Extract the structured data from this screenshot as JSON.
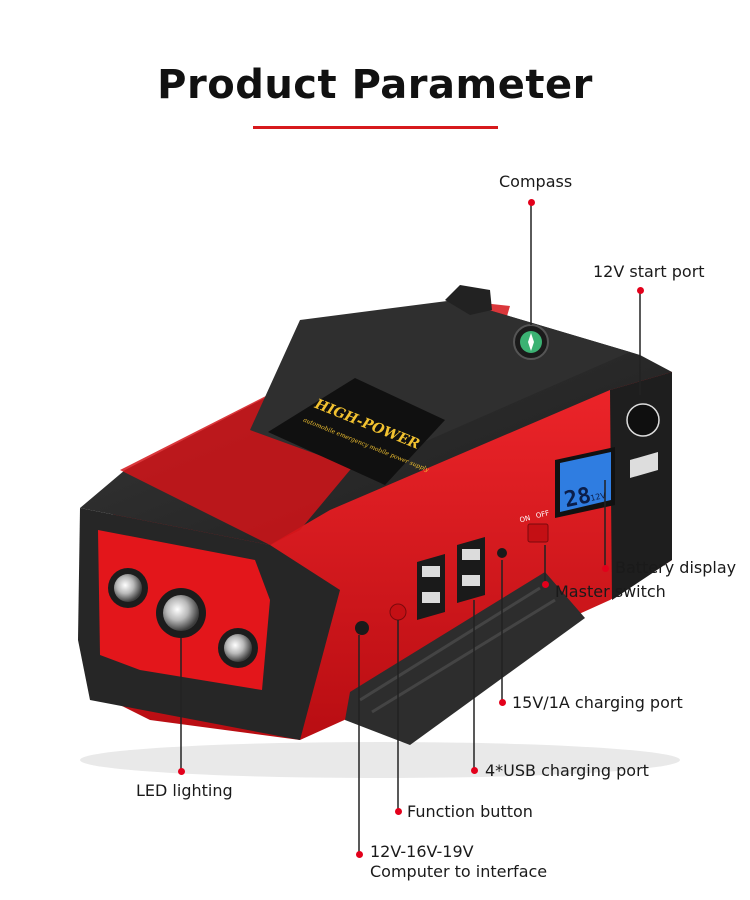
{
  "header": {
    "title": "Product Parameter",
    "accent_color": "#d7191c"
  },
  "product": {
    "brand_label": "HIGH-POWER",
    "tagline": "automobile emergency mobile power supply",
    "lcd_reading": "28",
    "lcd_unit": "12V",
    "switch_on": "ON",
    "switch_off": "OFF",
    "body_color": "#e3161b",
    "shell_color": "#2b2b2b",
    "lcd_color": "#2f7de1"
  },
  "callouts": {
    "compass": "Compass",
    "start_port": "12V start port",
    "battery_display": "Battery display",
    "master_switch": "Master switch",
    "charging_port": "15V/1A charging port",
    "usb_port": "4*USB charging port",
    "function_button": "Function button",
    "led_lighting": "LED lighting",
    "computer_interface_line1": "12V-16V-19V",
    "computer_interface_line2": "Computer to interface"
  },
  "icons": [
    "compass-icon",
    "led-lamp-icon",
    "usb-port-icon",
    "lcd-screen-icon",
    "jumper-clamp-icon"
  ]
}
